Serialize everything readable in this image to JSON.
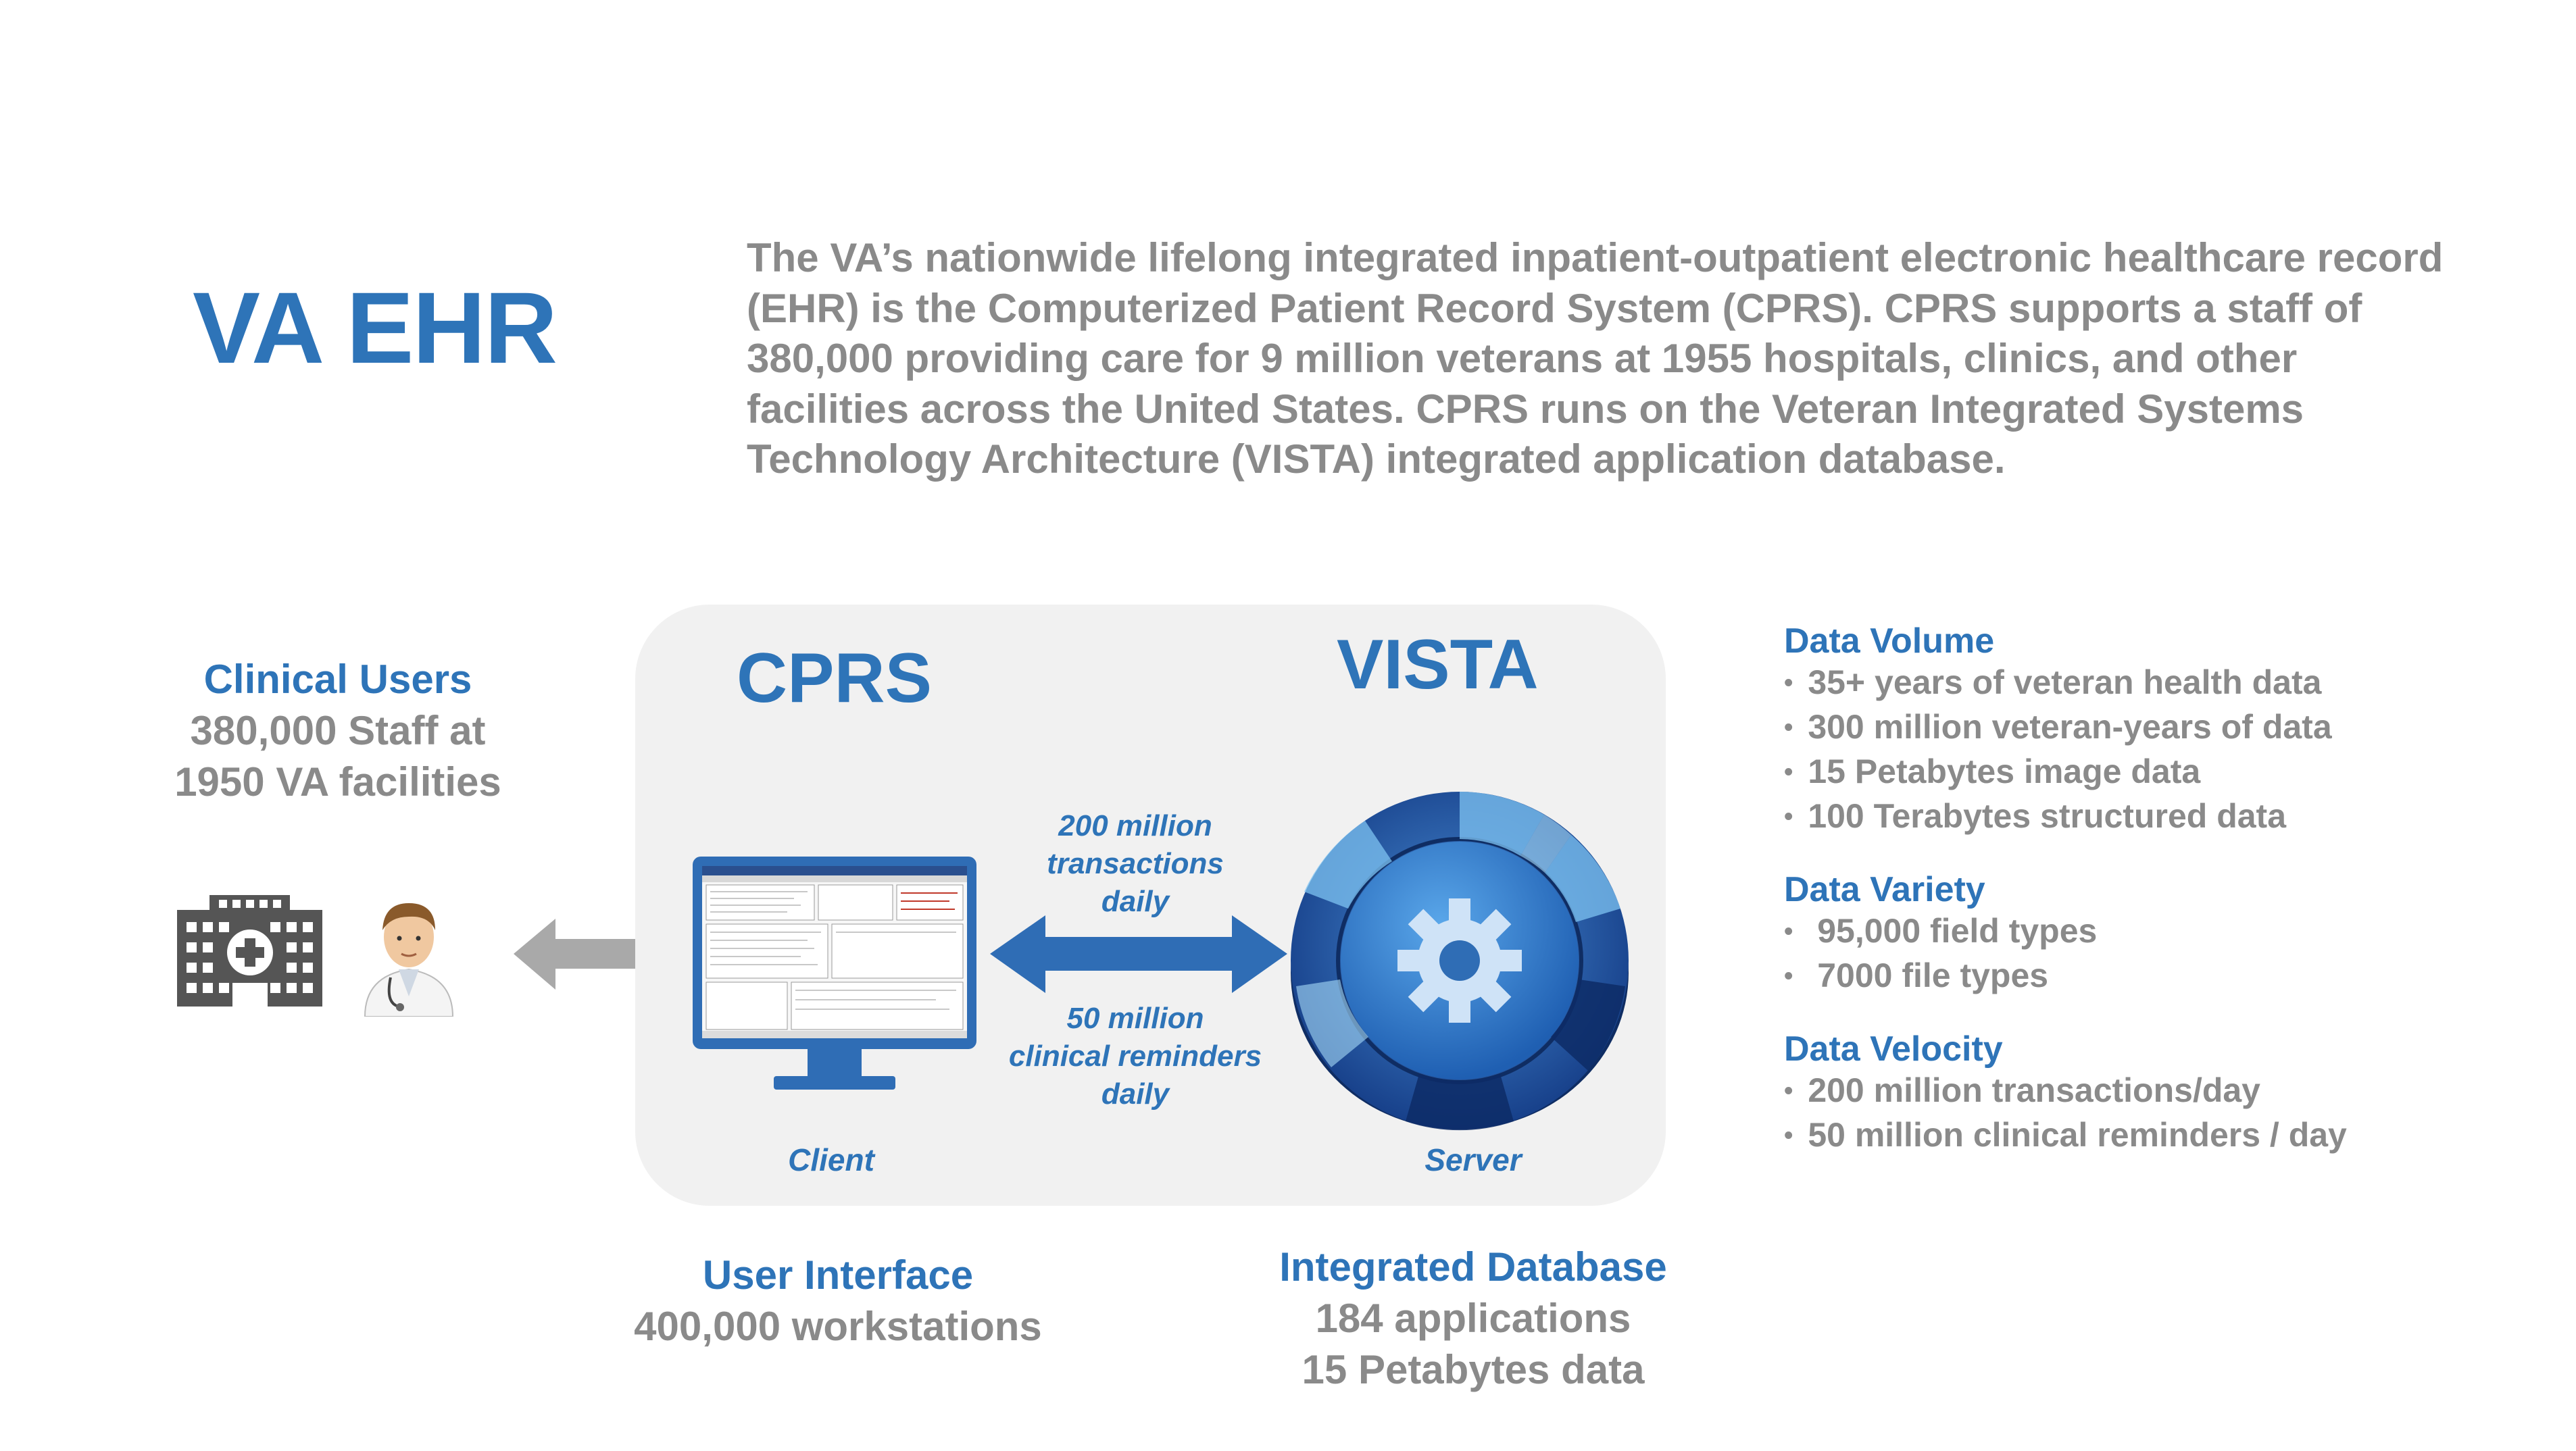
{
  "title": "VA EHR",
  "intro": "The VA’s nationwide lifelong integrated inpatient-outpatient electronic healthcare record (EHR) is the Computerized Patient Record System (CPRS).  CPRS supports a staff of 380,000 providing care for 9 million veterans at 1955 hospitals, clinics, and other facilities across the United States.   CPRS runs on the Veteran Integrated Systems Technology Architecture (VISTA) integrated application database.",
  "clinical_users": {
    "heading": "Clinical Users",
    "lines": [
      "380,000 Staff at",
      "1950 VA facilities"
    ]
  },
  "cprs": {
    "name": "CPRS",
    "role": "Client"
  },
  "vista": {
    "name": "VISTA",
    "role": "Server"
  },
  "flows": {
    "transactions": [
      "200 million",
      "transactions",
      "daily"
    ],
    "reminders": [
      "50 million",
      "clinical reminders",
      "daily"
    ]
  },
  "user_interface": {
    "heading": "User Interface",
    "lines": [
      "400,000 workstations"
    ]
  },
  "integrated_database": {
    "heading": "Integrated Database",
    "lines": [
      "184  applications",
      "15 Petabytes data"
    ]
  },
  "stats": [
    {
      "heading": "Data Volume",
      "items": [
        "35+ years of veteran health data",
        "300 million veteran-years of data",
        "15 Petabytes image data",
        "100 Terabytes structured data"
      ]
    },
    {
      "heading": "Data Variety",
      "items": [
        " 95,000 field types",
        " 7000 file types"
      ]
    },
    {
      "heading": "Data Velocity",
      "items": [
        "200 million transactions/day",
        "50 million clinical reminders / day"
      ]
    }
  ],
  "icons": {
    "hospital": "hospital-icon",
    "doctor": "doctor-icon",
    "monitor": "workstation-monitor-icon",
    "database": "database-gear-icon",
    "sync_arrow": "double-arrow-icon",
    "link_arrow": "double-arrow-icon"
  },
  "colors": {
    "accent": "#2e74b8",
    "text_gray": "#8a8a8a",
    "panel": "#f1f1f1",
    "arrow_gray": "#a9a9a9"
  }
}
